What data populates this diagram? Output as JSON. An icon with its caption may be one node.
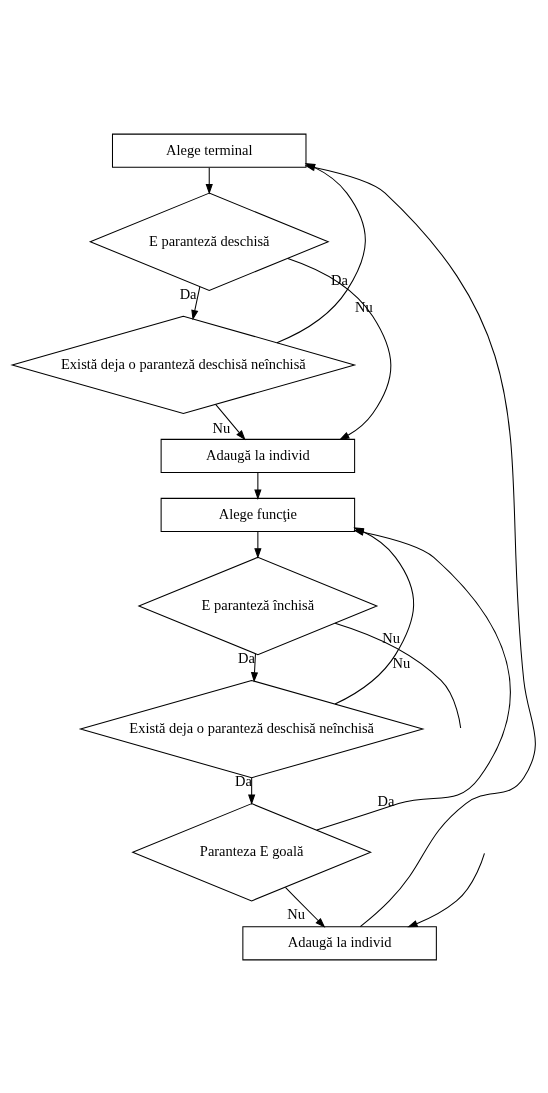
{
  "diagram": {
    "nodes": [
      {
        "text": [
          "Alege terminal"
        ]
      },
      {
        "text": [
          "E paranteză deschisă"
        ]
      },
      {
        "text": [
          "Există deja o paranteză deschisă neînchisă"
        ]
      },
      {
        "text": [
          "Adaugă la individ"
        ]
      },
      {
        "text": [
          "Alege funcţie"
        ]
      },
      {
        "text": [
          "E paranteză închisă"
        ]
      },
      {
        "text": [
          "Există deja o paranteză deschisă neînchisă"
        ]
      },
      {
        "text": [
          "Paranteza E goală"
        ]
      },
      {
        "text": [
          "Adaugă la individ"
        ]
      }
    ],
    "edges": [
      {
        "from": 0,
        "to": 1,
        "arrow": "to"
      },
      {
        "from": 1,
        "to": 2,
        "arrow": "to",
        "label": "Da"
      },
      {
        "from": 1,
        "to": 3,
        "arrow": "to",
        "label": "Nu"
      },
      {
        "from": 2,
        "to": 0,
        "arrow": "to",
        "label": "Da"
      },
      {
        "from": 2,
        "to": 3,
        "arrow": "to",
        "label": "Nu"
      },
      {
        "from": 3,
        "to": 4,
        "arrow": "to"
      },
      {
        "from": 4,
        "to": 5,
        "arrow": "to"
      },
      {
        "from": 5,
        "to": null,
        "arrow": "none",
        "label": "Nu"
      },
      {
        "from": 5,
        "to": 6,
        "arrow": "to",
        "label": "Da"
      },
      {
        "from": 6,
        "to": 4,
        "arrow": "to",
        "label": "Nu"
      },
      {
        "from": 6,
        "to": 7,
        "arrow": "to",
        "label": "Da"
      },
      {
        "from": 7,
        "to": 4,
        "arrow": "to",
        "label": "Da"
      },
      {
        "from": 7,
        "to": 8,
        "arrow": "to",
        "label": "Nu"
      },
      {
        "from": null,
        "to": 8,
        "arrow": "to"
      },
      {
        "from": 8,
        "to": 0,
        "arrow": "to"
      }
    ]
  }
}
